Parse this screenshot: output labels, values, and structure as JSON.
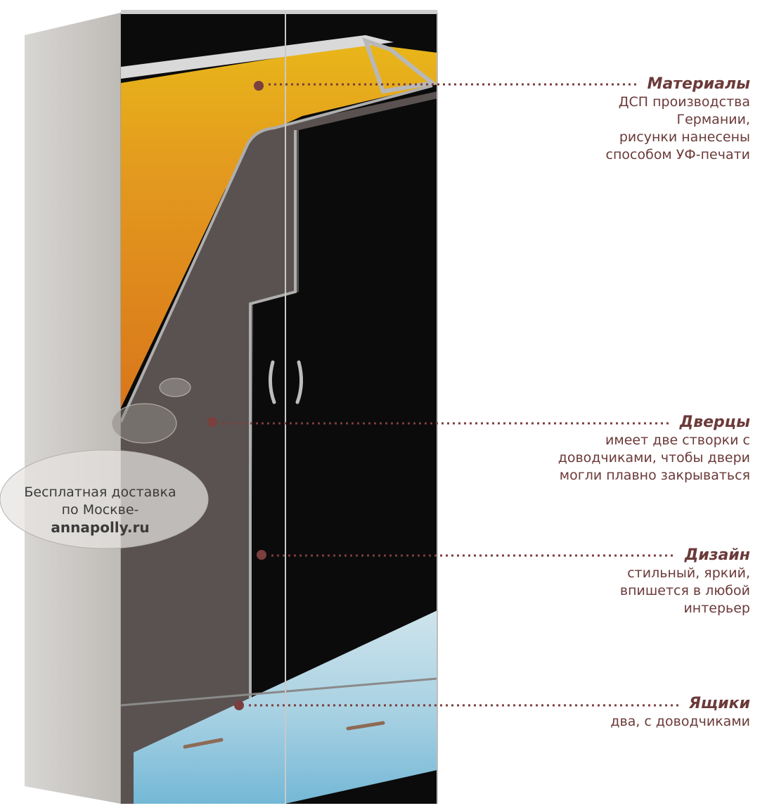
{
  "callouts": [
    {
      "title": "Материалы",
      "lines": [
        "ДСП производства",
        "Германии,",
        "рисунки нанесены",
        "способом УФ-печати"
      ]
    },
    {
      "title": "Дверцы",
      "lines": [
        "имеет две створки с",
        "доводчиками, чтобы двери",
        "могли плавно закрываться"
      ]
    },
    {
      "title": "Дизайн",
      "lines": [
        "стильный, яркий,",
        "впишется в любой",
        "интерьер"
      ]
    },
    {
      "title": "Ящики",
      "lines": [
        "два, с доводчиками"
      ]
    }
  ],
  "promo": {
    "line1": "Бесплатная доставка",
    "line2": "по Москве-",
    "site": "annapolly.ru"
  },
  "colors": {
    "label": "#6b3a39",
    "dot": "#7a3f3e",
    "orange": "#e08a1a",
    "black": "#0b0b0b",
    "gray_panel": "#5a5250",
    "blue": "#7ec0dc"
  }
}
